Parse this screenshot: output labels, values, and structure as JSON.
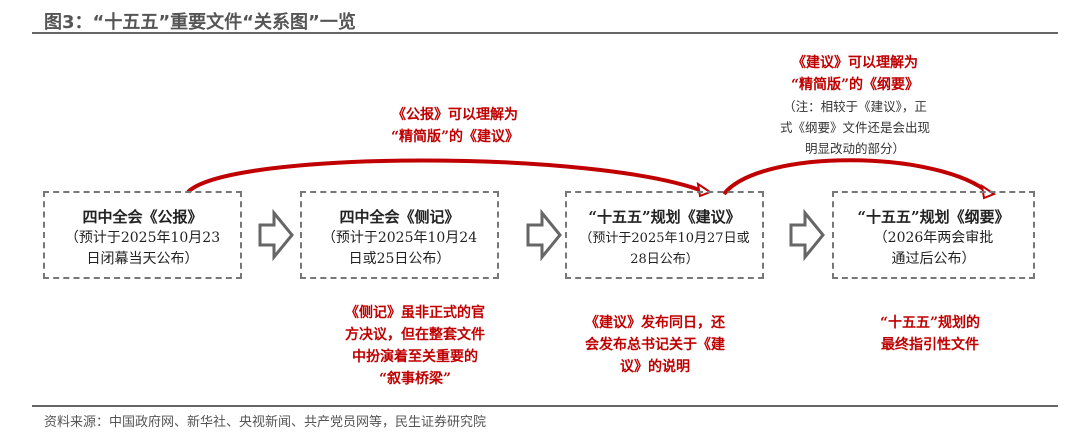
{
  "title": "图3：“十五五”重要文件“关系图”一览",
  "boxes": [
    {
      "heading": "四中全会《公报》",
      "line1": "（预计于2025年10月23",
      "line2": "日闭幕当天公布）"
    },
    {
      "heading": "四中全会《侧记》",
      "line1": "（预计于2025年10月24",
      "line2": "日或25日公布）"
    },
    {
      "heading": "“十五五”规划《建议》",
      "line1": "（预计于2025年10月27日或",
      "line2": "28日公布）"
    },
    {
      "heading": "“十五五”规划《纲要》",
      "line1": "（2026年两会审批",
      "line2": "通过后公布）"
    }
  ],
  "top_notes": {
    "n1": {
      "l1": "《公报》可以理解为",
      "l2": "“精简版”的《建议》"
    },
    "n2": {
      "l1": "《建议》可以理解为",
      "l2": "“精简版”的《纲要》",
      "s1": "（注：相较于《建议》，正",
      "s2": "式《纲要》文件还是会出现",
      "s3": "明显改动的部分）"
    }
  },
  "bottom_notes": [
    {
      "l1": "《侧记》虽非正式的官",
      "l2": "方决议，但在整套文件",
      "l3": "中扮演着至关重要的",
      "l4": "“叙事桥梁”"
    },
    {
      "l1": "《建议》发布同日，还",
      "l2": "会发布总书记关于《建",
      "l3": "议》的说明"
    },
    {
      "l1": "“十五五”规划的",
      "l2": "最终指引性文件"
    }
  ],
  "source": "资料来源：中国政府网、新华社、央视新闻、共产党员网等，民生证券研究院",
  "colors": {
    "accent": "#c00000",
    "border": "#777777"
  }
}
